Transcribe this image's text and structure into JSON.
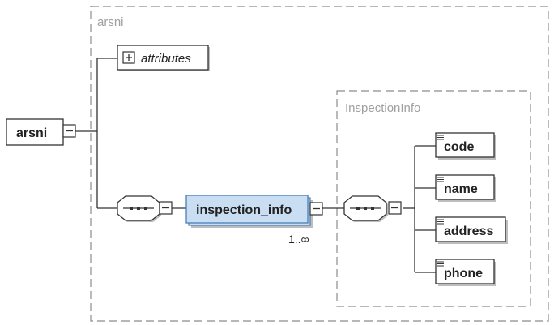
{
  "diagram": {
    "root_label": "arsni",
    "outer_type_label": "arsni",
    "attributes_label": "attributes",
    "attributes_glyph": "plus-box-icon",
    "element_label": "inspection_info",
    "cardinality": "1..∞",
    "inner_type_label": "InspectionInfo",
    "children": [
      {
        "label": "code"
      },
      {
        "label": "name"
      },
      {
        "label": "address"
      },
      {
        "label": "phone"
      }
    ],
    "colors": {
      "line": "#333333",
      "dashed_border": "#8c8c8c",
      "type_label": "#a0a0a0",
      "node_fill": "#ffffff",
      "element_fill": "#c9def2",
      "element_border": "#4a7fb3",
      "shadow": "#bdbdbd"
    }
  }
}
